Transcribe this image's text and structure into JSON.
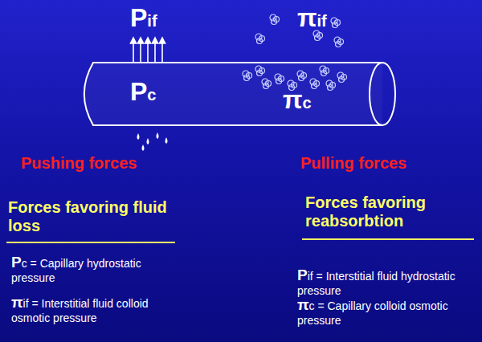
{
  "diagram": {
    "nodes": [
      {
        "text": [
          "Pc",
          "πc"
        ]
      }
    ],
    "labels": [
      "Pif",
      "πif",
      "Pushing forces",
      "Pulling forces",
      "Forces favoring fluid loss",
      "Pc = Capillary hydrostatic pressure",
      "πif = Interstitial fluid colloid osmotic pressure",
      "Forces favoring reabsorbtion",
      "Pif = Interstitial fluid hydrostatic pressure",
      "πc = Capillary colloid osmotic pressure"
    ]
  }
}
